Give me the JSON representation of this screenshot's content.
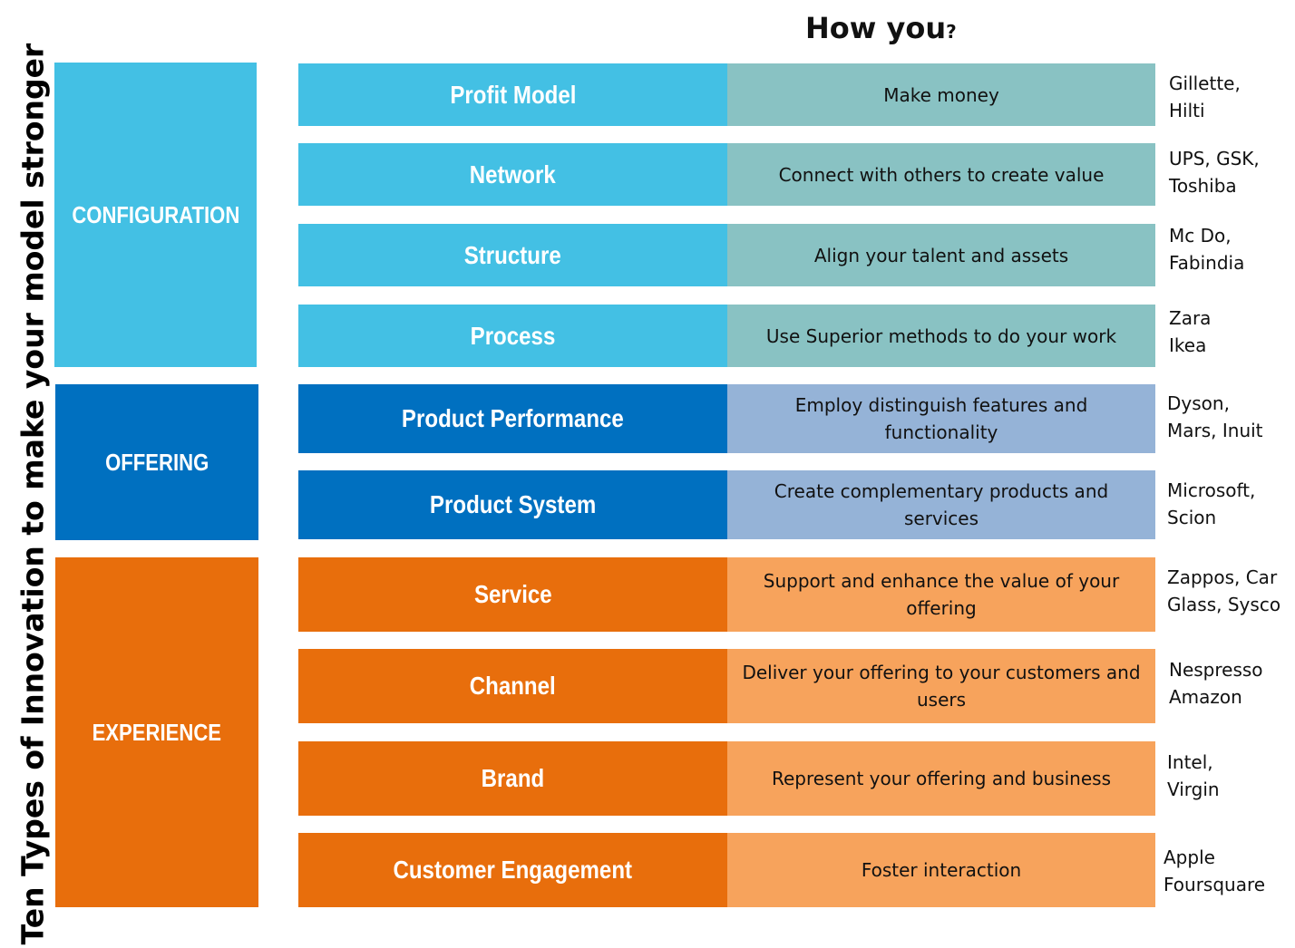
{
  "side_title": "Ten Types of Innovation to make your model stronger",
  "header": {
    "how": "How you",
    "q": "?"
  },
  "categories": {
    "configuration": "CONFIGURATION",
    "offering": "OFFERING",
    "experience": "EXPERIENCE"
  },
  "rows": [
    {
      "name": "Profit Model",
      "desc": "Make money",
      "examples": "Gillette,\nHilti"
    },
    {
      "name": "Network",
      "desc": "Connect with others to create value",
      "examples": "UPS, GSK,\nToshiba"
    },
    {
      "name": "Structure",
      "desc": "Align your talent and assets",
      "examples": "Mc Do,\nFabindia"
    },
    {
      "name": "Process",
      "desc": "Use Superior methods to do your work",
      "examples": "Zara\nIkea"
    },
    {
      "name": "Product Performance",
      "desc": "Employ distinguish features and functionality",
      "examples": "Dyson,\nMars, Inuit"
    },
    {
      "name": "Product System",
      "desc": "Create complementary products and services",
      "examples": "Microsoft,\nScion"
    },
    {
      "name": "Service",
      "desc": "Support and enhance the value of your offering",
      "examples": "Zappos, Car\nGlass, Sysco"
    },
    {
      "name": "Channel",
      "desc": "Deliver your offering to your customers and users",
      "examples": "Nespresso\nAmazon"
    },
    {
      "name": "Brand",
      "desc": "Represent your offering and business",
      "examples": "Intel,\nVirgin"
    },
    {
      "name": "Customer Engagement",
      "desc": "Foster interaction",
      "examples": "Apple\nFoursquare"
    }
  ]
}
